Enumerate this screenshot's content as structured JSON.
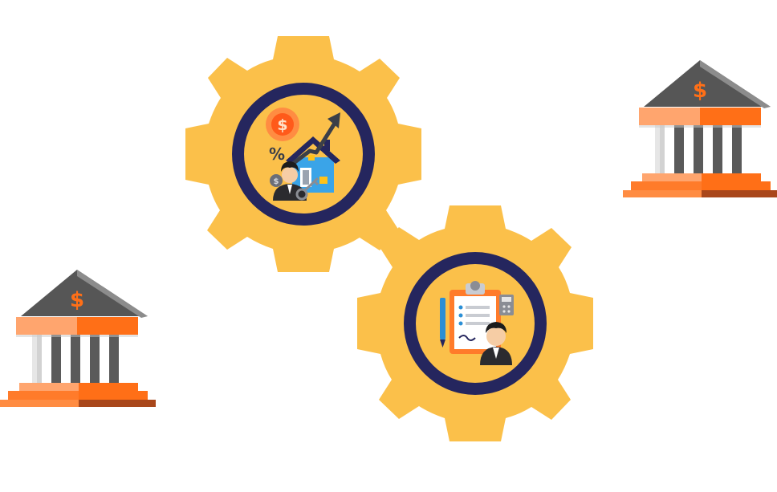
{
  "scene": {
    "banks": [
      {
        "id": "bank-left",
        "symbol": "$",
        "icon": "bank-building-icon"
      },
      {
        "id": "bank-right",
        "symbol": "$",
        "icon": "bank-building-icon"
      }
    ],
    "gears": [
      {
        "id": "gear-upper",
        "icon": "real-estate-growth-icon",
        "glyphs": {
          "coin": "$",
          "small_coin": "$",
          "percent": "%"
        }
      },
      {
        "id": "gear-lower",
        "icon": "loan-application-icon"
      }
    ]
  },
  "colors": {
    "gear": "#fbc04a",
    "ring": "#25265e",
    "bank_orange": "#ff6f17",
    "bank_light_orange": "#ffa56e",
    "bank_roof": "#565656",
    "bank_column_dark": "#5a5a5a",
    "bank_column_light": "#e6e6e6",
    "house": "#3aa4e8",
    "arrow": "#3b3f48",
    "paper": "#ffffff",
    "clipboard": "#ff7b2a"
  }
}
